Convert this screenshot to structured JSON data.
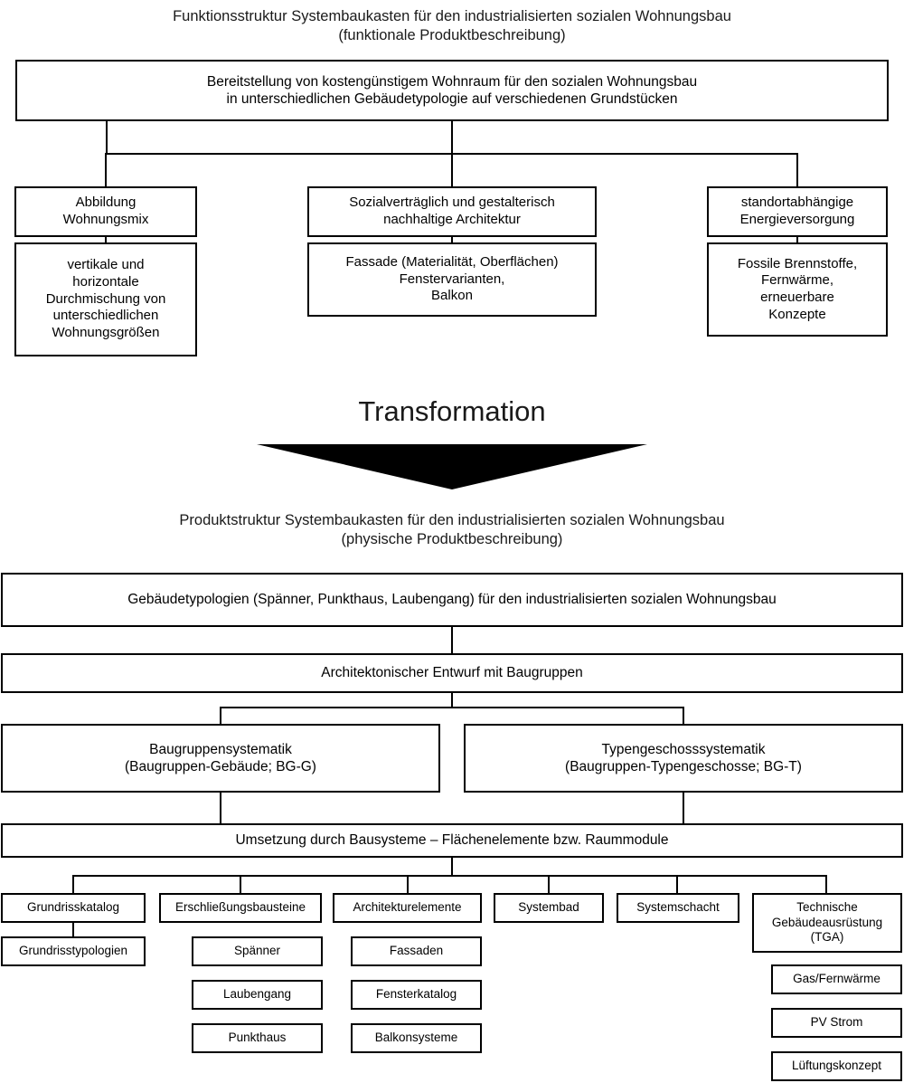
{
  "diagram": {
    "top_title": "Funktionsstruktur Systembaukasten für den industrialisierten sozialen Wohnungsbau\n(funktionale Produktbeschreibung)",
    "top_root": "Bereitstellung von kostengünstigem Wohnraum für den sozialen Wohnungsbau\nin unterschiedlichen Gebäudetypologie auf verschiedenen Grundstücken",
    "top_branches": [
      {
        "head": "Abbildung\nWohnungsmix",
        "detail": "vertikale und\nhorizontale\nDurchmischung von\nunterschiedlichen\nWohnungsgrößen"
      },
      {
        "head": "Sozialverträglich und gestalterisch\nnachhaltige Architektur",
        "detail": "Fassade (Materialität, Oberflächen)\nFenstervarianten,\nBalkon"
      },
      {
        "head": "standortabhängige\nEnergieversorgung",
        "detail": "Fossile Brennstoffe,\nFernwärme,\nerneuerbare\nKonzepte"
      }
    ],
    "transformation_label": "Transformation",
    "bottom_title": "Produktstruktur Systembaukasten für den industrialisierten sozialen Wohnungsbau\n(physische Produktbeschreibung)",
    "bottom_level1": "Gebäudetypologien (Spänner, Punkthaus, Laubengang) für den industrialisierten sozialen Wohnungsbau",
    "bottom_level2": "Architektonischer Entwurf mit Baugruppen",
    "bottom_level3": [
      "Baugruppensystematik\n(Baugruppen-Gebäude; BG-G)",
      "Typengeschosssystematik\n(Baugruppen-Typengeschosse; BG-T)"
    ],
    "bottom_level4": "Umsetzung durch Bausysteme – Flächenelemente bzw. Raummodule",
    "bottom_level5": [
      {
        "head": "Grundrisskatalog",
        "children": [
          "Grundrisstypologien"
        ]
      },
      {
        "head": "Erschließungsbausteine",
        "children": [
          "Spänner",
          "Laubengang",
          "Punkthaus"
        ]
      },
      {
        "head": "Architekturelemente",
        "children": [
          "Fassaden",
          "Fensterkatalog",
          "Balkonsysteme"
        ]
      },
      {
        "head": "Systembad",
        "children": []
      },
      {
        "head": "Systemschacht",
        "children": []
      },
      {
        "head": "Technische\nGebäudeausrüstung\n(TGA)",
        "children": [
          "Gas/Fernwärme",
          "PV Strom",
          "Lüftungskonzept"
        ]
      }
    ]
  },
  "style": {
    "line_color": "#000000",
    "text_color": "#000000",
    "background": "#ffffff"
  }
}
